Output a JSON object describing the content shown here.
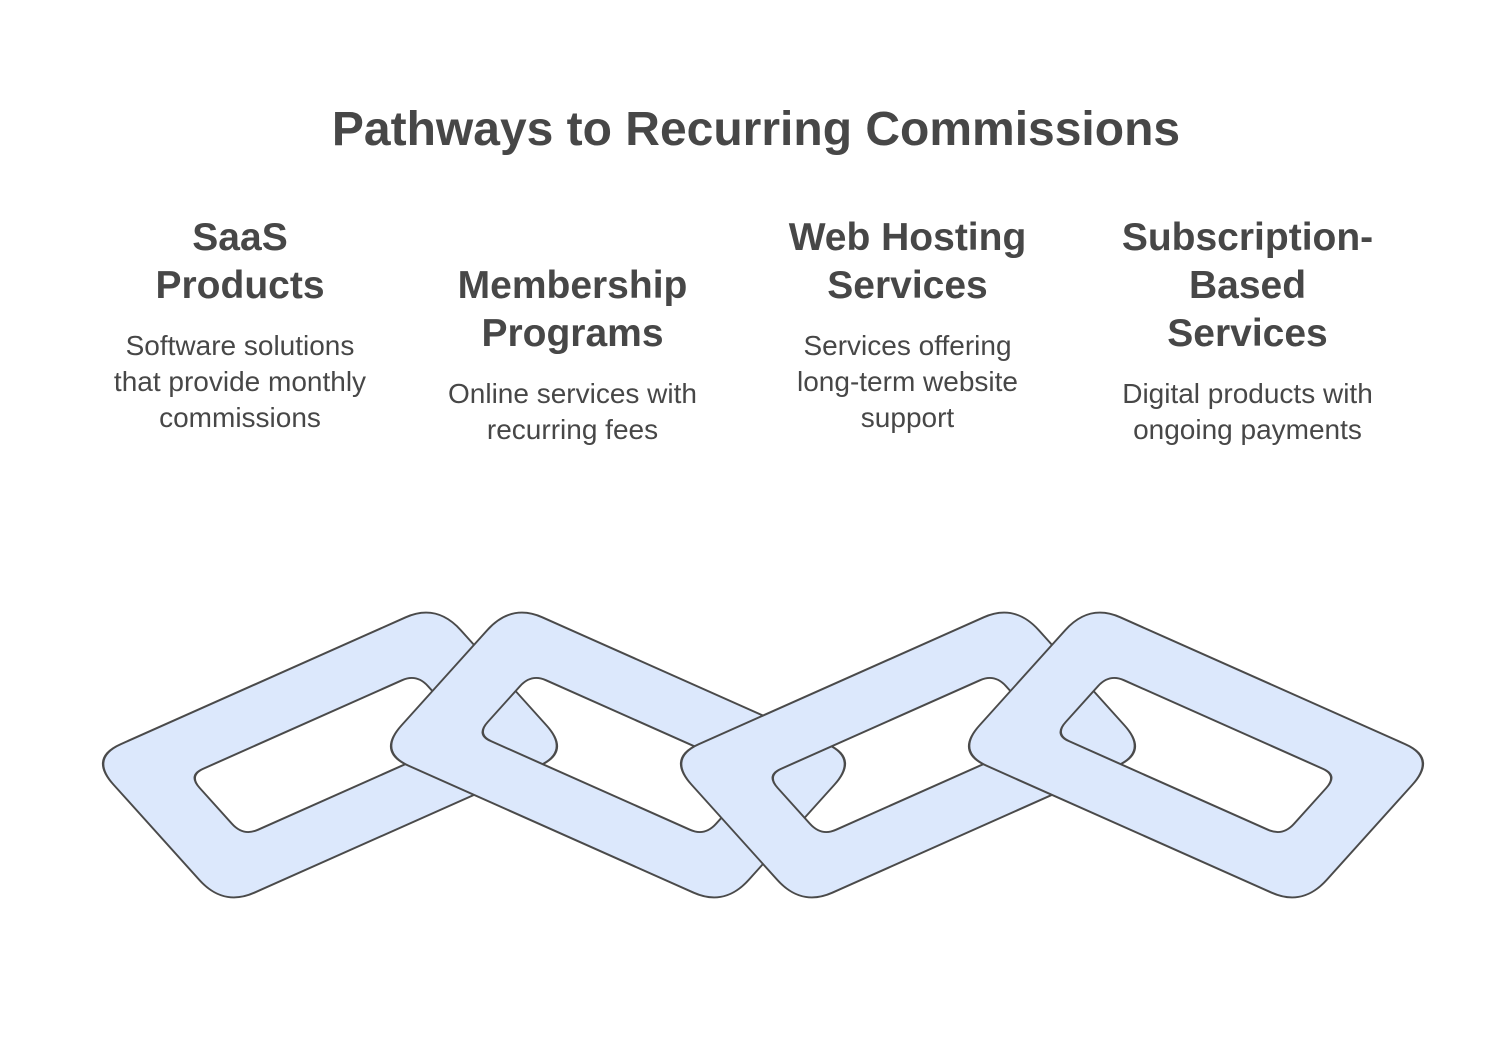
{
  "title": "Pathways to Recurring Commissions",
  "colors": {
    "link_fill": "#dce8fc",
    "link_stroke": "#4a4a4a",
    "text": "#474747"
  },
  "pathways": [
    {
      "title_lines": [
        "SaaS",
        "Products"
      ],
      "desc_lines": [
        "Software solutions",
        "that provide monthly",
        "commissions"
      ]
    },
    {
      "title_lines": [
        "Membership",
        "Programs"
      ],
      "desc_lines": [
        "Online services with",
        "recurring fees"
      ]
    },
    {
      "title_lines": [
        "Web Hosting",
        "Services"
      ],
      "desc_lines": [
        "Services offering",
        "long-term website",
        "support"
      ]
    },
    {
      "title_lines": [
        "Subscription-",
        "Based",
        "Services"
      ],
      "desc_lines": [
        "Digital products with",
        "ongoing payments"
      ]
    }
  ]
}
